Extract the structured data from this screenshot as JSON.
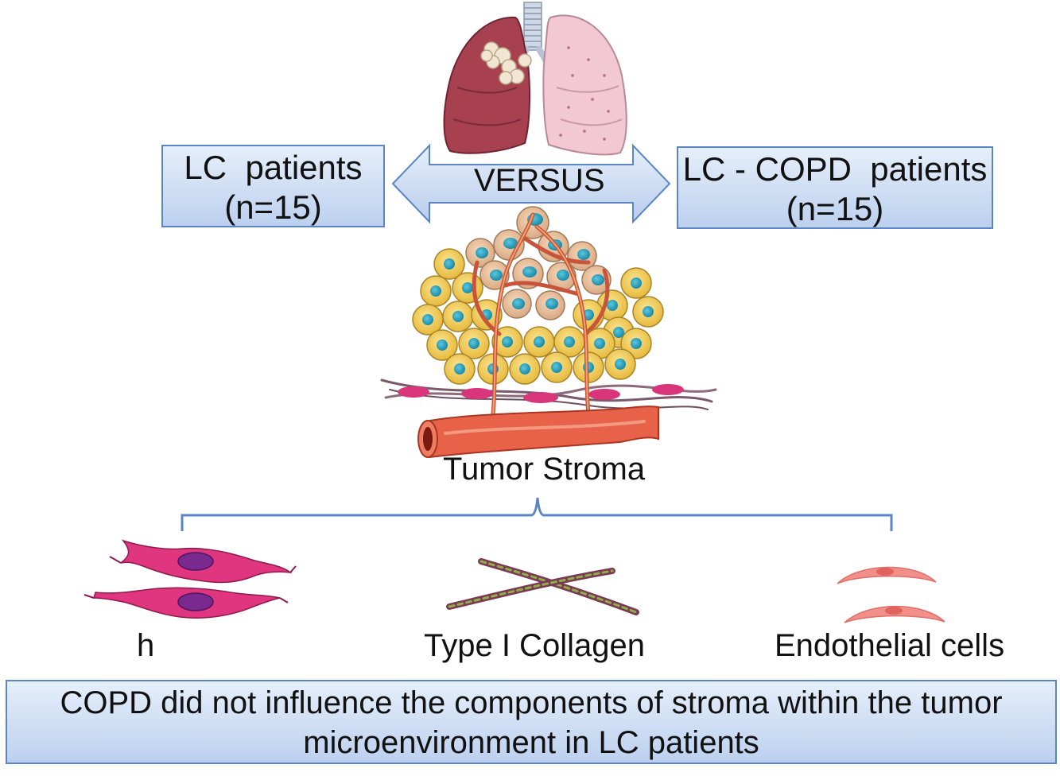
{
  "comparison": {
    "left_group": {
      "title": "LC  patients",
      "n": "(n=15)"
    },
    "right_group": {
      "title": "LC - COPD  patients",
      "n": "(n=15)"
    },
    "versus_label": "VERSUS"
  },
  "stroma": {
    "title": "Tumor Stroma",
    "components": [
      {
        "label": "h",
        "icon": "fibroblast-icon"
      },
      {
        "label": "Type I Collagen",
        "icon": "collagen-icon"
      },
      {
        "label": "Endothelial cells",
        "icon": "endothelial-cells-icon"
      }
    ]
  },
  "conclusion": {
    "line1": "COPD did not influence the components of stroma within the tumor",
    "line2": "microenvironment in LC patients"
  },
  "colors": {
    "box_border": "#5b86c5",
    "box_fill": "#cfdcf3",
    "bracket": "#5b86c5",
    "tumor_cell": "#f2cf5b",
    "nucleus": "#2aa3bf",
    "vessel": "#e8624a",
    "fibroblast": "#e0357f",
    "endothelial": "#f1908a"
  }
}
